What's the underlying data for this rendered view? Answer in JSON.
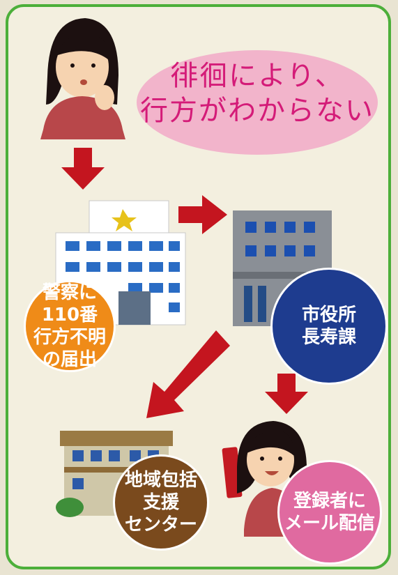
{
  "bubble": {
    "line1": "徘徊により、",
    "line2": "行方がわからない"
  },
  "nodes": {
    "police": {
      "lines": [
        "警察に",
        "110番",
        "行方不明",
        "の届出"
      ],
      "color": "#ef8b18"
    },
    "city": {
      "lines": [
        "市役所",
        "長寿課"
      ],
      "color": "#1e3c8f"
    },
    "center": {
      "lines": [
        "地域包括",
        "支援",
        "センター"
      ],
      "color": "#7a4a1d"
    },
    "mail": {
      "lines": [
        "登録者に",
        "メール配信"
      ],
      "color": "#e06aa0"
    }
  },
  "colors": {
    "border": "#4caf3a",
    "arrow": "#c4151f",
    "bubble_text": "#d41b78",
    "bubble_bg": "#f2b4cb"
  }
}
